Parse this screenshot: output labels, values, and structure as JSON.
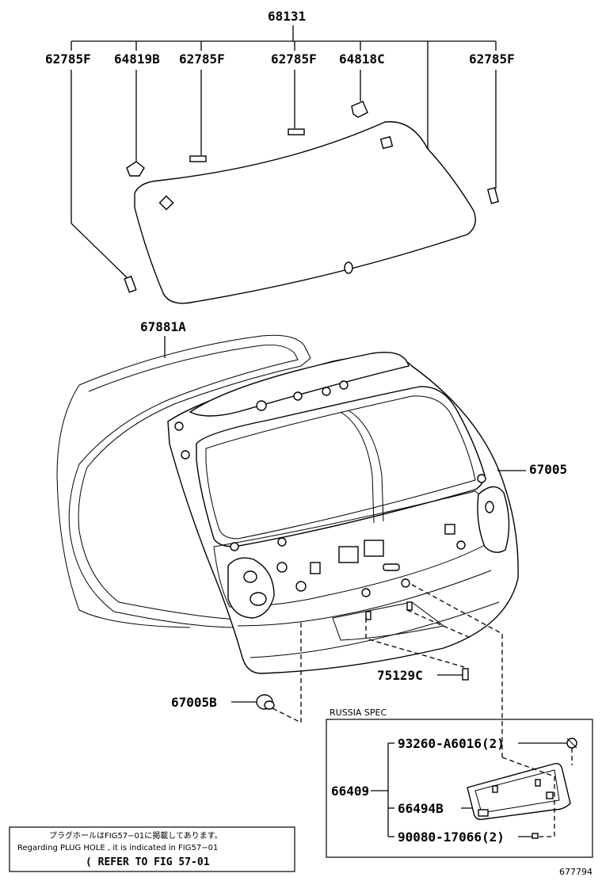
{
  "parts": {
    "p68131": "68131",
    "p62785F_a": "62785F",
    "p64819B": "64819B",
    "p62785F_b": "62785F",
    "p62785F_c": "62785F",
    "p64818C": "64818C",
    "p62785F_d": "62785F",
    "p67881A": "67881A",
    "p67005": "67005",
    "p75129C": "75129C",
    "p67005B": "67005B",
    "p93260": "93260-A6016(2)",
    "p66409": "66409",
    "p66494B": "66494B",
    "p90080": "90080-17066(2)"
  },
  "russia_spec_label": "RUSSIA SPEC",
  "note": {
    "line_jp": "プラグホールはFIG57−01に掲載してあります。",
    "line_en": "Regarding PLUG HOLE , it is indicated in FIG57−01",
    "line_ref": "( REFER TO FIG 57-01"
  },
  "figure_number": "677794"
}
